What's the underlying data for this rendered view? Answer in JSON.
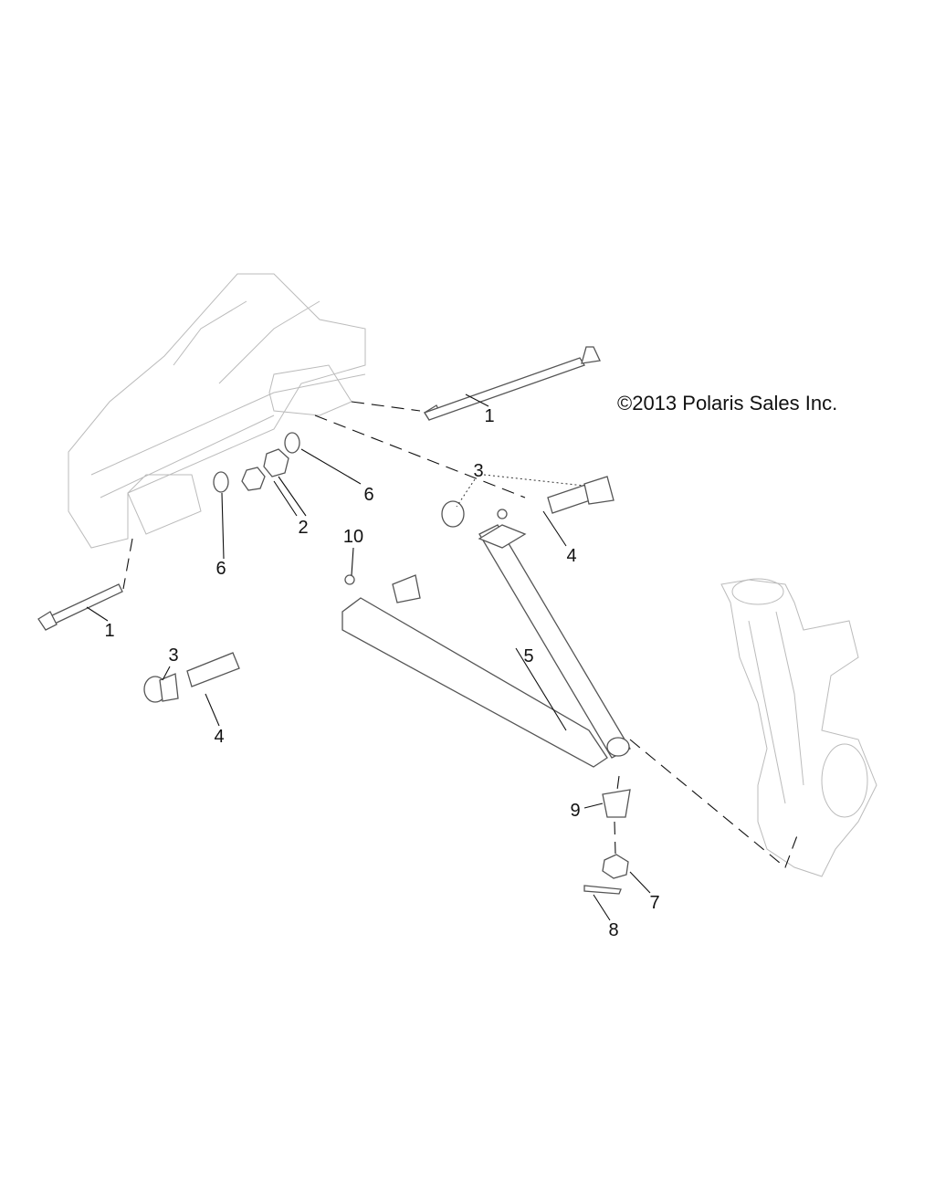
{
  "copyright": "©2013 Polaris Sales Inc.",
  "callouts": [
    "1",
    "1",
    "2",
    "3",
    "3",
    "4",
    "4",
    "5",
    "6",
    "6",
    "7",
    "8",
    "9",
    "10"
  ]
}
